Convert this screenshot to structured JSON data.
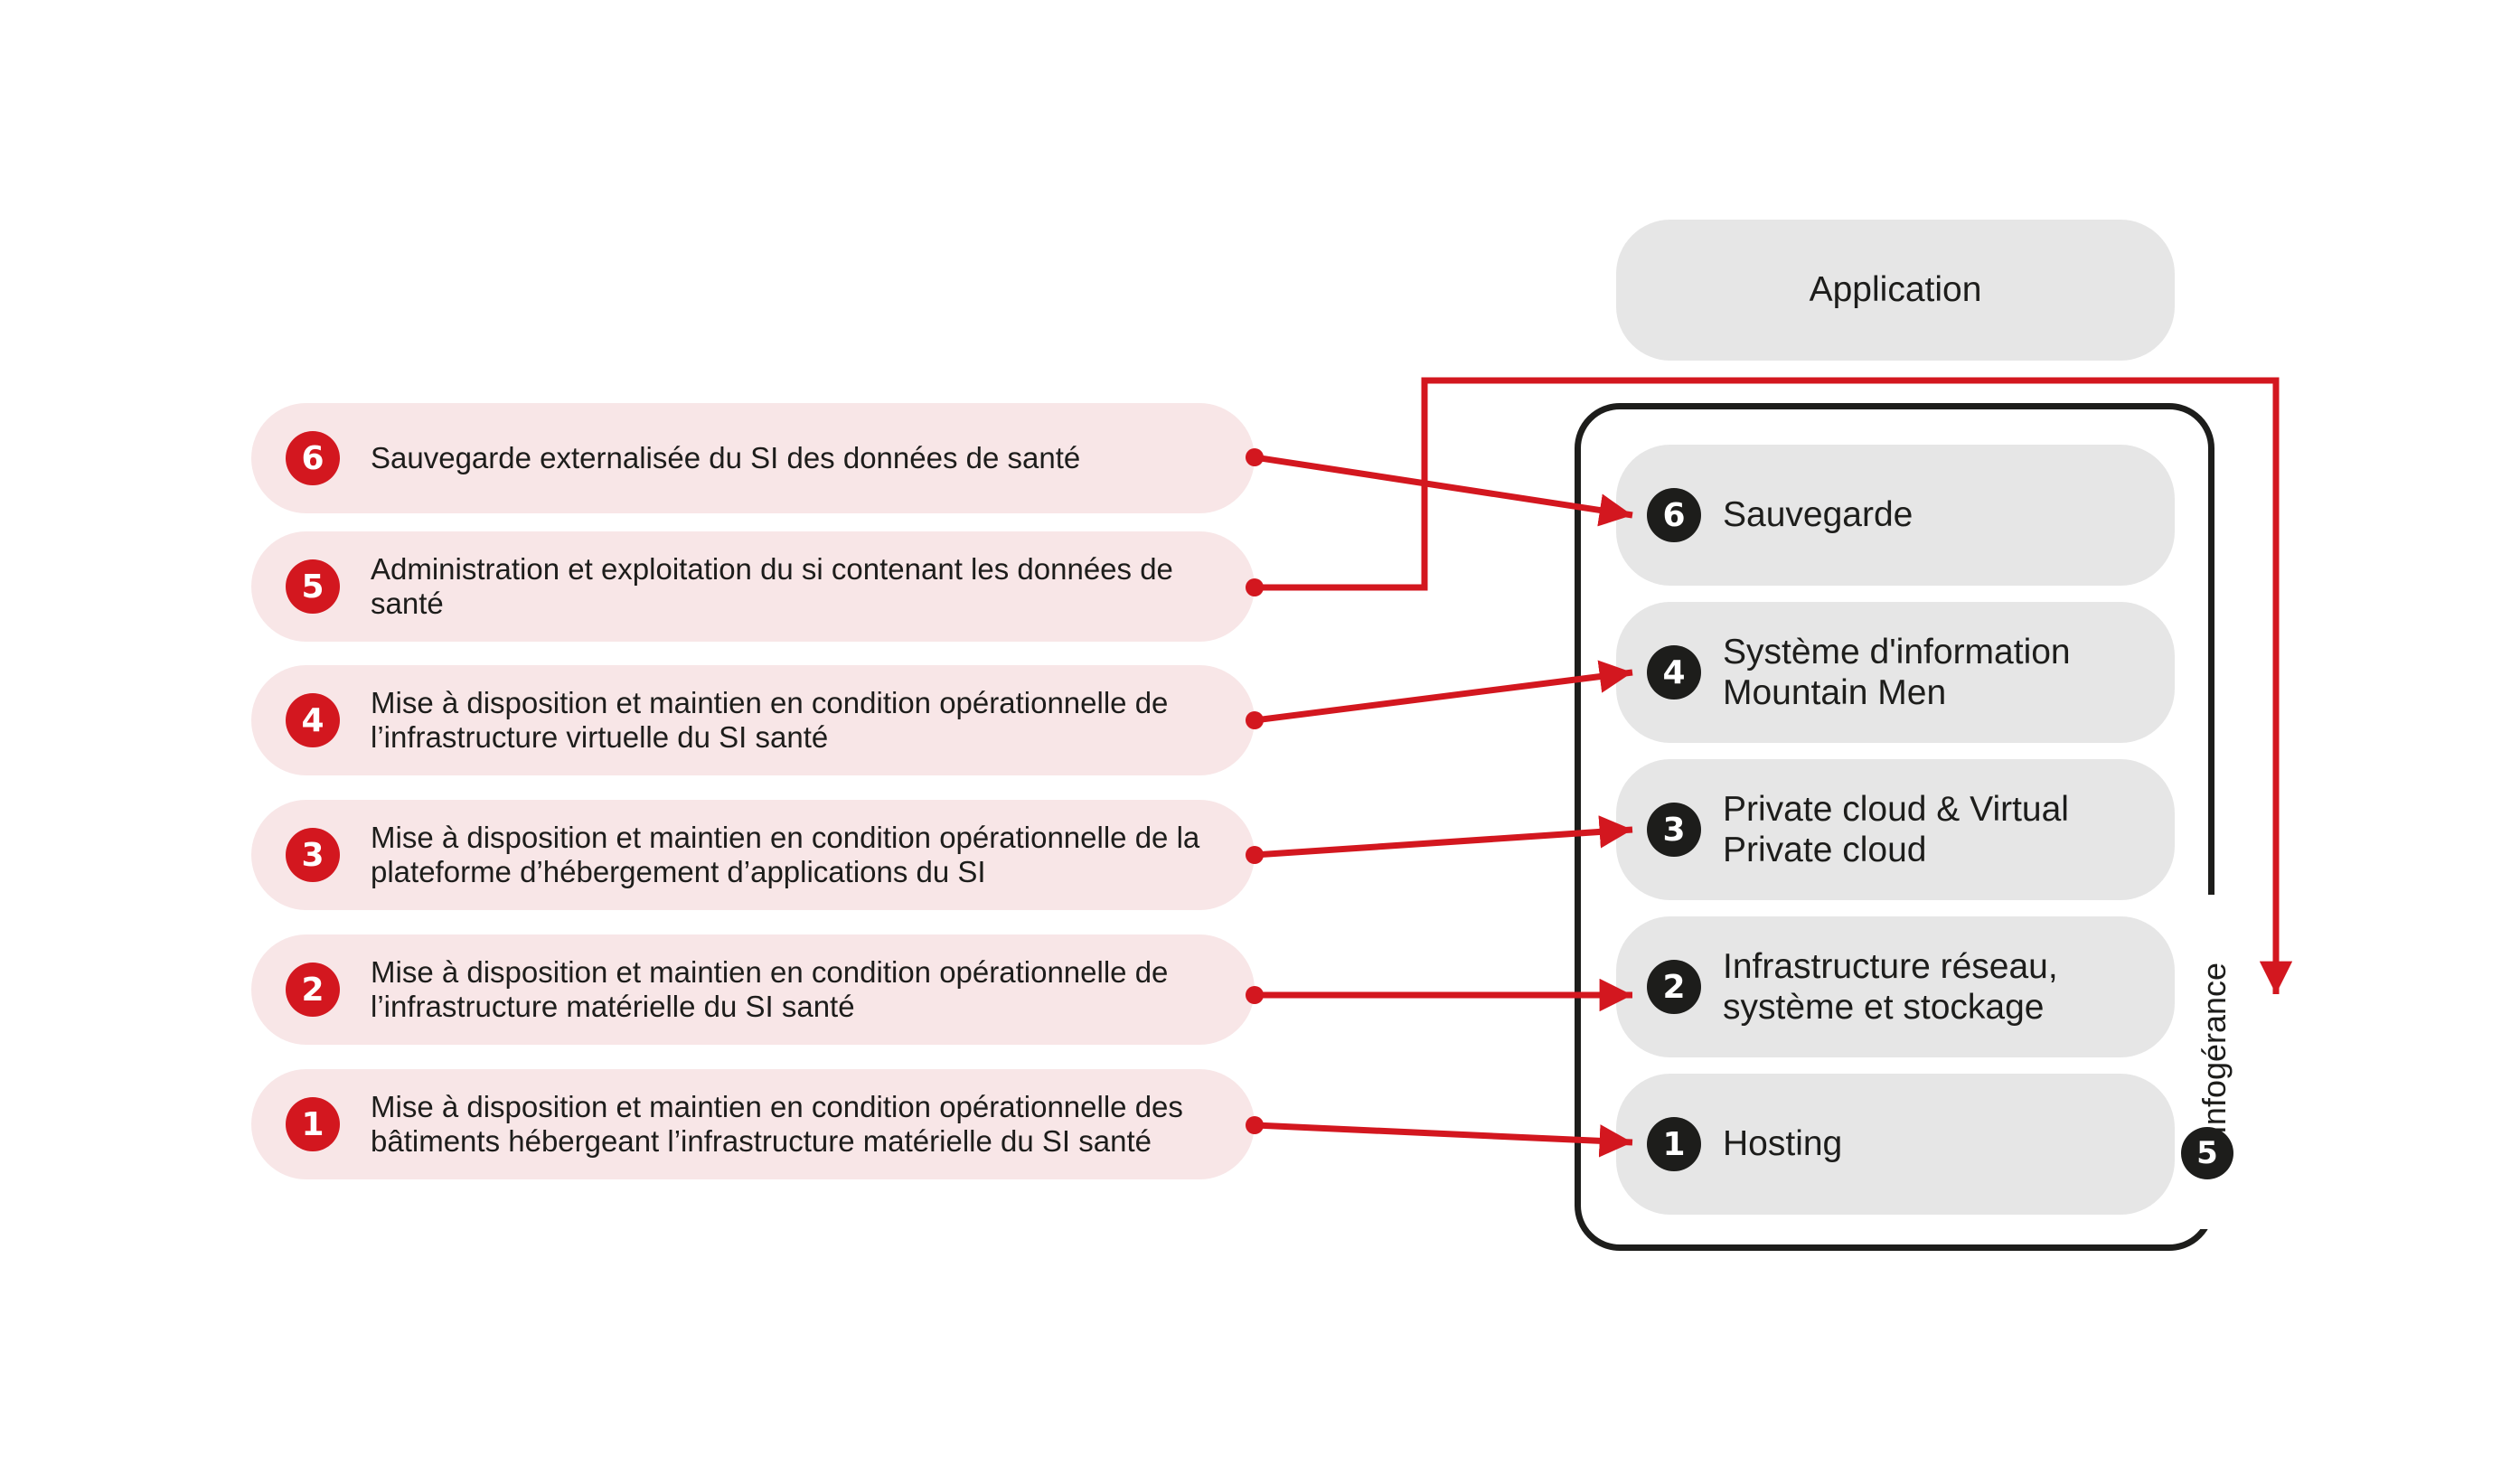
{
  "left_items": [
    {
      "number": "6",
      "text": "Sauvegarde externalisée du SI des données de santé"
    },
    {
      "number": "5",
      "text": "Administration et exploitation du si contenant les données de santé"
    },
    {
      "number": "4",
      "text": "Mise à disposition et maintien en condition opérationnelle de l’infrastructure virtuelle du SI santé"
    },
    {
      "number": "3",
      "text": "Mise à disposition et maintien en condition opérationnelle de la plateforme d’hébergement d’applications du SI"
    },
    {
      "number": "2",
      "text": "Mise à disposition et maintien en condition opérationnelle de l’infrastructure matérielle du SI santé"
    },
    {
      "number": "1",
      "text": "Mise à disposition et maintien en condition opérationnelle des bâtiments hébergeant l’infrastructure matérielle du SI santé"
    }
  ],
  "application_label": "Application",
  "stack_items": [
    {
      "number": "6",
      "label": "Sauvegarde"
    },
    {
      "number": "4",
      "label": "Système d'information Mountain Men"
    },
    {
      "number": "3",
      "label": "Private cloud & Virtual Private cloud"
    },
    {
      "number": "2",
      "label": "Infrastructure réseau, système et stockage"
    },
    {
      "number": "1",
      "label": "Hosting"
    }
  ],
  "infogerance": {
    "number": "5",
    "label": "Infogérance"
  },
  "colors": {
    "accent_red": "#d3171f",
    "dark": "#1d1d1b",
    "left_pill": "#f8e6e7",
    "right_pill": "#e6e6e6"
  }
}
